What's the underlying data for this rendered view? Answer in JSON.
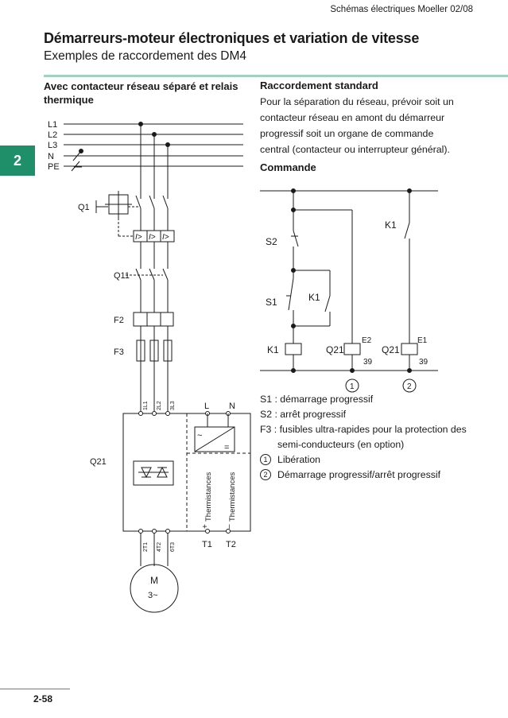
{
  "header": {
    "reference": "Schémas électriques Moeller 02/08",
    "title": "Démarreurs-moteur électroniques et variation de vitesse",
    "subtitle": "Exemples de raccordement des DM4"
  },
  "side_tab": "2",
  "left_section": {
    "heading": "Avec contacteur réseau séparé et relais thermique"
  },
  "right_section": {
    "heading": "Raccordement standard",
    "paragraph": "Pour la séparation du réseau, prévoir soit un contacteur réseau en amont du démarreur progressif soit un organe de commande central (contacteur ou interrupteur général).",
    "command_heading": "Commande"
  },
  "power_diagram": {
    "lines": [
      "L1",
      "L2",
      "L3",
      "N",
      "PE"
    ],
    "q1": "Q1",
    "trip_symbol": "I>",
    "q11": "Q11",
    "f2": "F2",
    "f3": "F3",
    "q21": "Q21",
    "input_terminals": [
      "1L1",
      "2L2",
      "3L3"
    ],
    "output_terminals": [
      "2T1",
      "4T2",
      "6T3"
    ],
    "supply_terminals": [
      "L",
      "N"
    ],
    "thermistor_terminals": [
      "T1",
      "T2"
    ],
    "thermistor_label": "Thermistances",
    "plus": "+",
    "minus": "–",
    "ac_symbol": "~",
    "dc_symbol": "=",
    "motor_label": "M",
    "motor_phase": "3~"
  },
  "control_diagram": {
    "s2": "S2",
    "s1": "S1",
    "k1_contact": "K1",
    "k1_right": "K1",
    "k1_coil": "K1",
    "q21_coil_1": "Q21",
    "q21_coil_2": "Q21",
    "terminal_e2": "E2",
    "terminal_e1": "E1",
    "terminal_39a": "39",
    "terminal_39b": "39",
    "marker_1": "1",
    "marker_2": "2"
  },
  "legend": {
    "s1": "S1 : démarrage progressif",
    "s2": "S2 : arrêt progressif",
    "f3_line1": "F3 : fusibles ultra-rapides pour la protection des",
    "f3_line2": "semi-conducteurs (en option)",
    "marker_1": "1",
    "item_1": "Libération",
    "marker_2": "2",
    "item_2": "Démarrage progressif/arrêt progressif"
  },
  "footer": {
    "page": "2-58"
  }
}
